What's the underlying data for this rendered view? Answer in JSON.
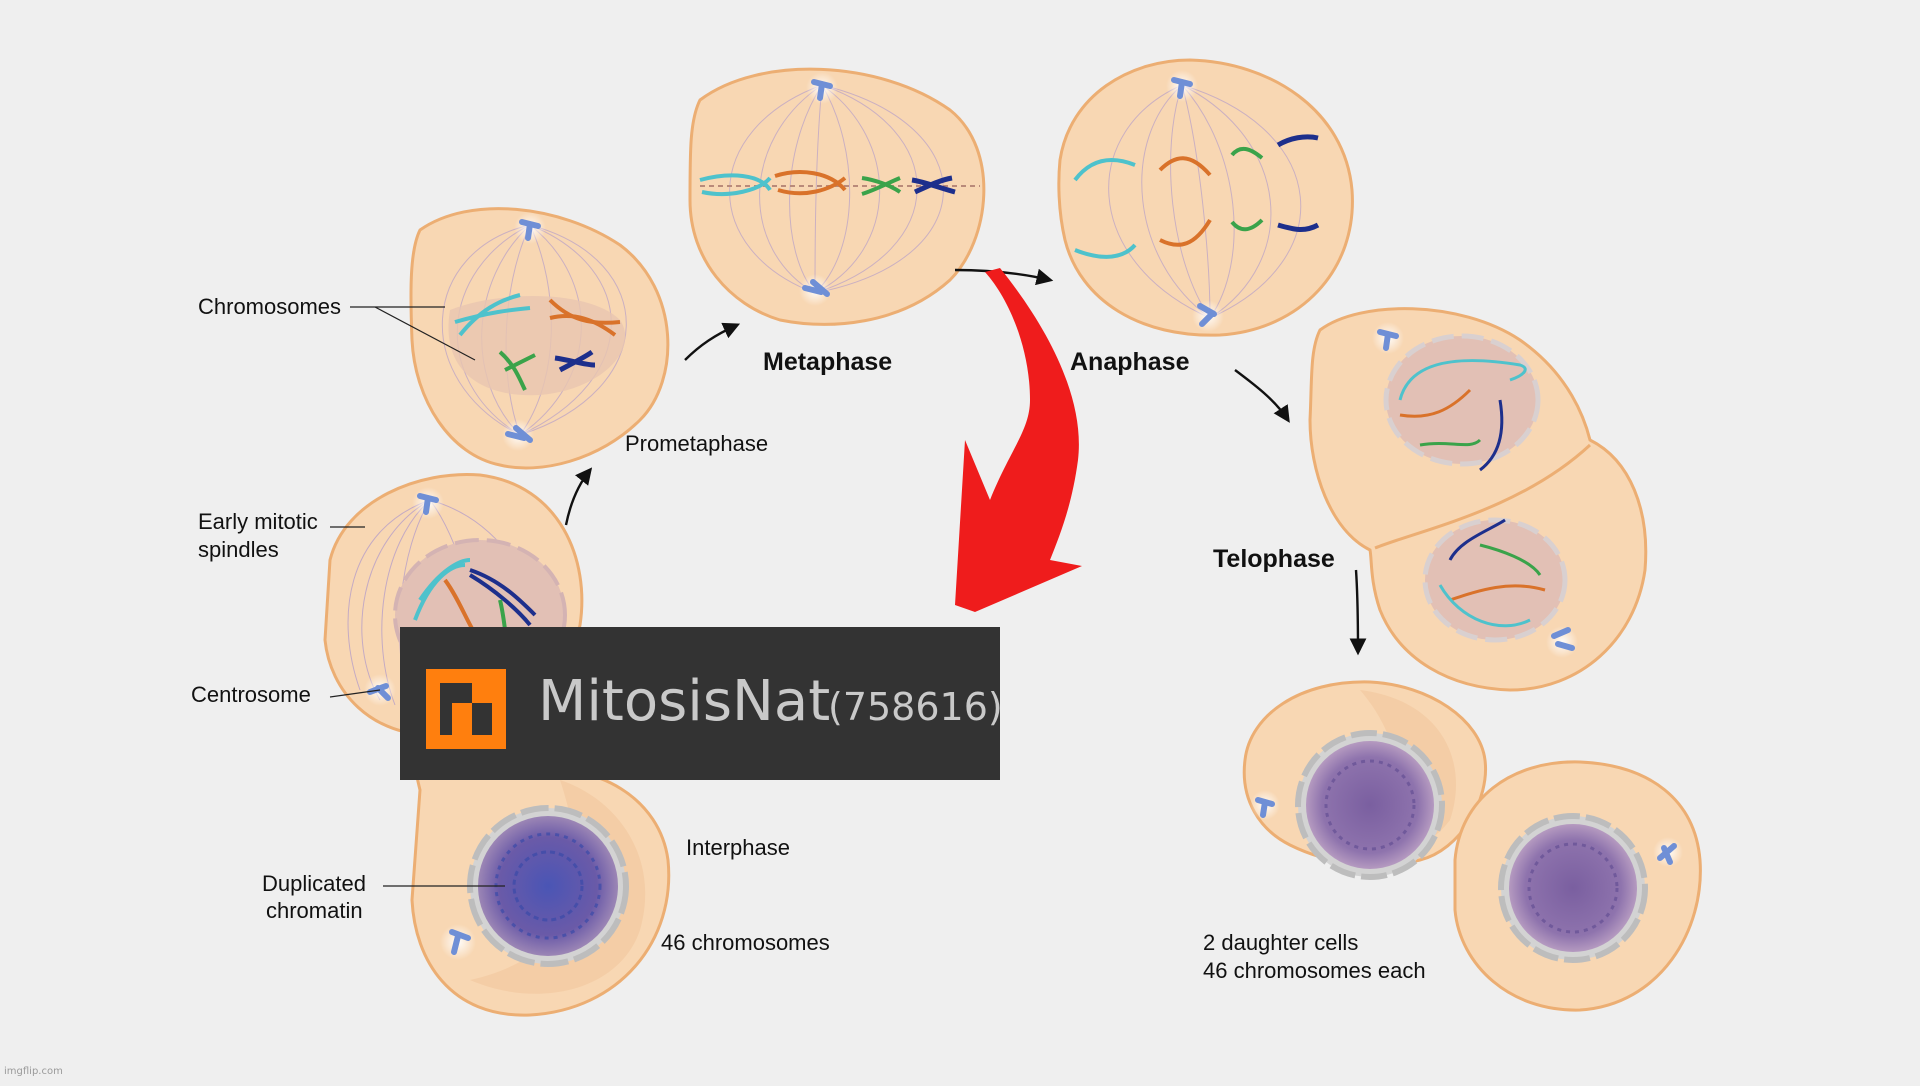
{
  "diagram": {
    "labels": {
      "chromosomes": "Chromosomes",
      "prometaphase": "Prometaphase",
      "metaphase": "Metaphase",
      "anaphase": "Anaphase",
      "early_mitotic_spindles_line1": "Early mitotic",
      "early_mitotic_spindles_line2": "spindles",
      "telophase": "Telophase",
      "centrosome": "Centrosome",
      "interphase": "Interphase",
      "duplicated_chromatin_line1": "Duplicated",
      "duplicated_chromatin_line2": "chromatin",
      "chromosome_count": "46 chromosomes",
      "daughter_cells_line1": "2 daughter cells",
      "daughter_cells_line2": "46 chromosomes each"
    },
    "colors": {
      "cell_fill": "#f8d7b3",
      "cell_stroke": "#ecae73",
      "arrow_red": "#ef1c1c",
      "chromosome_cyan": "#4ec2cc",
      "chromosome_orange": "#d9722a",
      "chromosome_green": "#3aa34a",
      "chromosome_navy": "#1d2f8c",
      "centrosome_blue": "#6f8fd6"
    }
  },
  "overlay": {
    "title": "MitosisNat",
    "count": "(758616)",
    "logo_icon": "orange-square-logo-icon",
    "background": "#333333",
    "accent": "#ff7f0e"
  },
  "watermark": "imgflip.com"
}
